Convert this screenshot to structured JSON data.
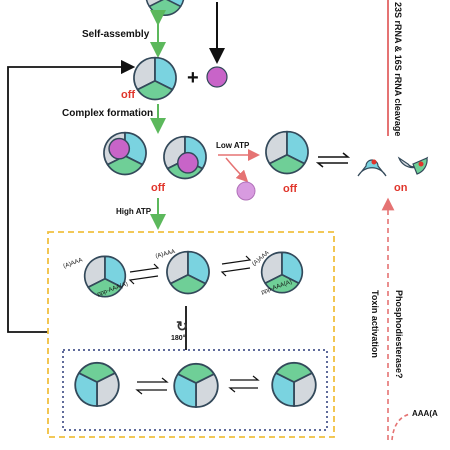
{
  "labels": {
    "self_assembly": "Self-assembly",
    "complex_formation": "Complex formation",
    "low_atp": "Low ATP",
    "high_atp": "High ATP",
    "off": "off",
    "on": "on",
    "rotation": "180°",
    "cleavage": "23S rRNA & 16S rRNA cleavage",
    "phosphodiesterase": "Phosphodiesterase?",
    "toxin_activation": "Toxin activation",
    "aaa_tail": "AAA(A",
    "poly_a": "(A)AAA",
    "ppaaa": "ppp-AAA(A)"
  },
  "colors": {
    "cyan": "#7ad3e0",
    "green": "#6fcf97",
    "gray": "#d3d8dd",
    "purple": "#c864c8",
    "off_red": "#e0352b",
    "arrow_green": "#5cb85c",
    "arrow_red": "#e57373",
    "box_yellow": "#f0c040",
    "box_navy": "#2b3a7a"
  }
}
